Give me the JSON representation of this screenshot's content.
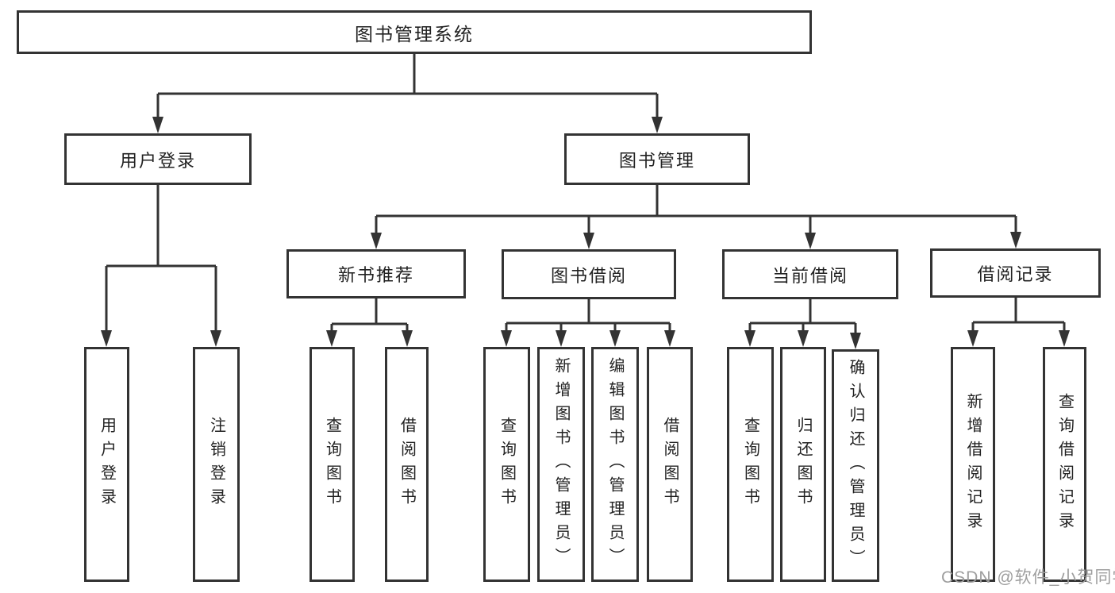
{
  "diagram": {
    "root": {
      "label": "图书管理系统",
      "children": [
        {
          "label": "用户登录",
          "children": [
            {
              "label": "用户登录"
            },
            {
              "label": "注销登录"
            }
          ]
        },
        {
          "label": "图书管理",
          "children": [
            {
              "label": "新书推荐",
              "children": [
                {
                  "label": "查询图书"
                },
                {
                  "label": "借阅图书"
                }
              ]
            },
            {
              "label": "图书借阅",
              "children": [
                {
                  "label": "查询图书"
                },
                {
                  "label": "新增图书（管理员）"
                },
                {
                  "label": "编辑图书（管理员）"
                },
                {
                  "label": "借阅图书"
                }
              ]
            },
            {
              "label": "当前借阅",
              "children": [
                {
                  "label": "查询图书"
                },
                {
                  "label": "归还图书"
                },
                {
                  "label": "确认归还（管理员）"
                }
              ]
            },
            {
              "label": "借阅记录",
              "children": [
                {
                  "label": "新增借阅记录"
                },
                {
                  "label": "查询借阅记录"
                }
              ]
            }
          ]
        }
      ]
    }
  },
  "watermark": "CSDN @软件_小贺同学",
  "colors": {
    "line": "#333333",
    "text": "#222222",
    "watermark": "#9e9e9e",
    "background": "#ffffff"
  }
}
